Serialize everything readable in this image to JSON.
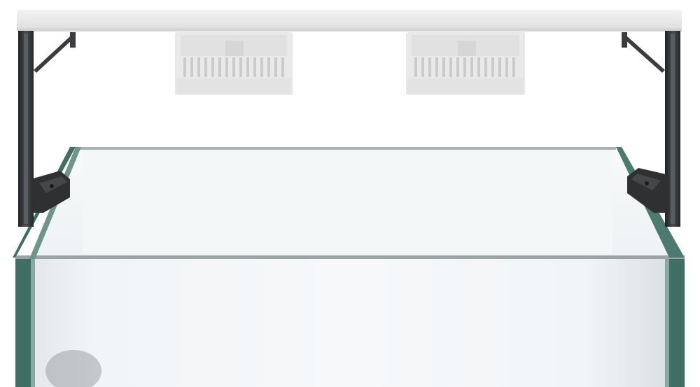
{
  "scene": {
    "subject": "aquarium-with-light-mount",
    "colors": {
      "background": "#ffffff",
      "light_bar": "#ececec",
      "light_bar_shadow": "#d9d9d9",
      "led_module": "#e6e6e6",
      "led_fin": "#cfcfcf",
      "bracket": "#2f3133",
      "bracket_highlight": "#55585b",
      "glass_edge": "#3f6e63",
      "glass_edge_light": "#7fa69b",
      "water_back": "#f0f4f6",
      "water_front": "#e9edf0",
      "rim": "#9aa3a6"
    },
    "icons": [
      "light-bar",
      "led-module",
      "mount-bracket",
      "aquarium-tank"
    ]
  }
}
